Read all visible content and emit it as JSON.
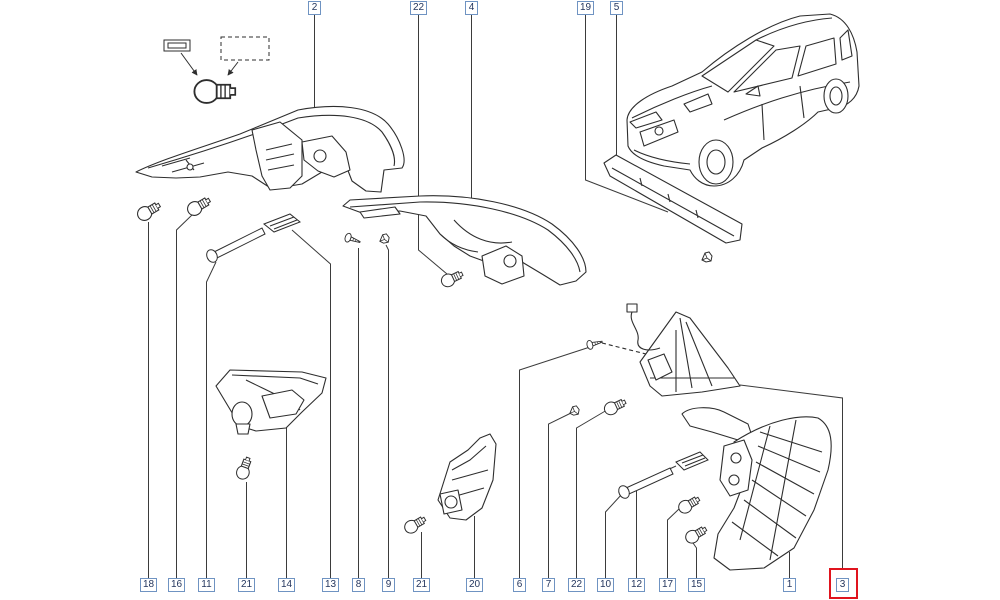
{
  "diagram": {
    "callout_border_color": "#6f93c2",
    "highlight_color": "#e0141e"
  },
  "callouts": {
    "top": [
      {
        "label": "2"
      },
      {
        "label": "22"
      },
      {
        "label": "4"
      },
      {
        "label": "19"
      },
      {
        "label": "5"
      }
    ],
    "bottom": [
      {
        "label": "18"
      },
      {
        "label": "16"
      },
      {
        "label": "11"
      },
      {
        "label": "21"
      },
      {
        "label": "14"
      },
      {
        "label": "13"
      },
      {
        "label": "8"
      },
      {
        "label": "9"
      },
      {
        "label": "21"
      },
      {
        "label": "20"
      },
      {
        "label": "6"
      },
      {
        "label": "7"
      },
      {
        "label": "22"
      },
      {
        "label": "10"
      },
      {
        "label": "12"
      },
      {
        "label": "17"
      },
      {
        "label": "15"
      },
      {
        "label": "1"
      },
      {
        "label": "3",
        "selected": true
      }
    ]
  }
}
